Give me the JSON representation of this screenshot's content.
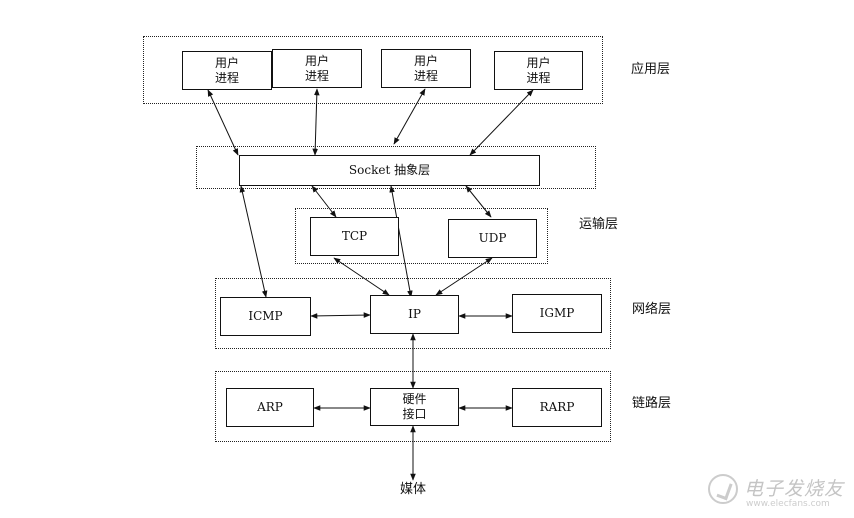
{
  "layers": {
    "application": "应用层",
    "transport": "运输层",
    "network": "网络层",
    "link": "链路层"
  },
  "nodes": {
    "user_process_1": "用户\n进程",
    "user_process_2": "用户\n进程",
    "user_process_3": "用户\n进程",
    "user_process_4": "用户\n进程",
    "socket": "Socket 抽象层",
    "tcp": "TCP",
    "udp": "UDP",
    "icmp": "ICMP",
    "ip": "IP",
    "igmp": "IGMP",
    "arp": "ARP",
    "hw_interface": "硬件\n接口",
    "rarp": "RARP"
  },
  "media": "媒体",
  "watermark": {
    "text": "电子发烧友",
    "sub": "www.elecfans.com"
  }
}
